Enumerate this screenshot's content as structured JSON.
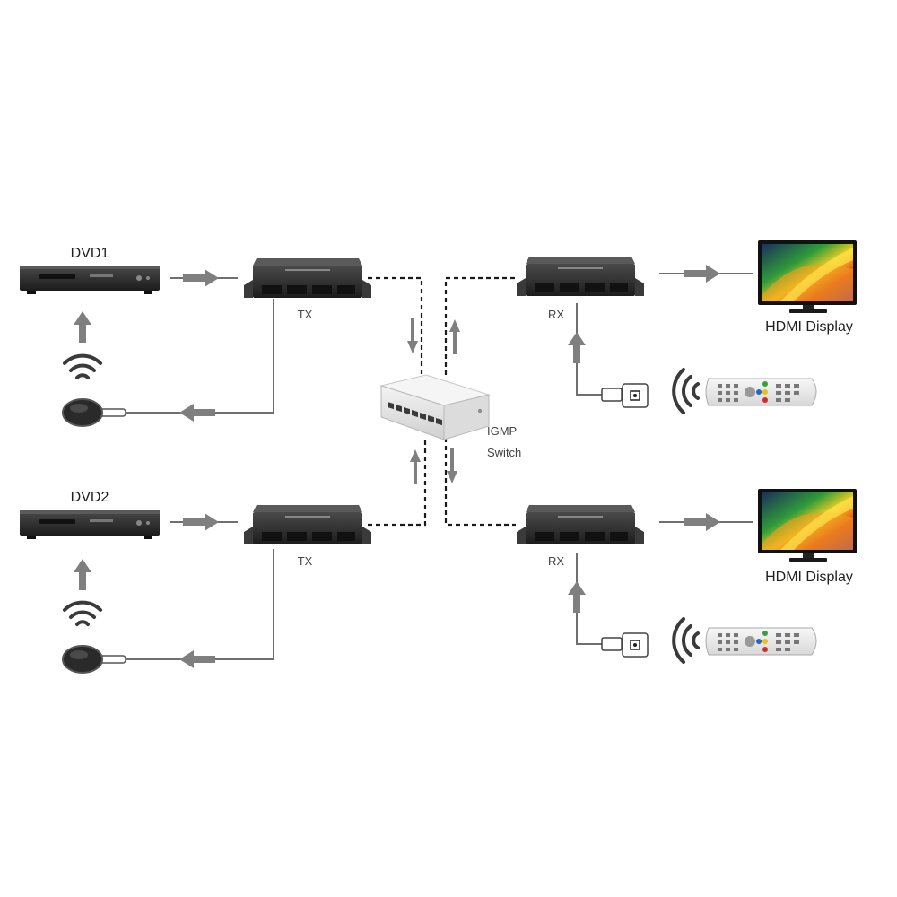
{
  "labels": {
    "dvd1": "DVD1",
    "dvd2": "DVD2",
    "tx1": "TX",
    "tx2": "TX",
    "rx1": "RX",
    "rx2": "RX",
    "switch_line1": "IGMP",
    "switch_line2": "Switch",
    "display1": "HDMI Display",
    "display2": "HDMI Display"
  },
  "icons": {
    "dvd_player": "dvd-player-icon",
    "extender": "hdmi-extender-icon",
    "switch": "network-switch-icon",
    "display": "tv-display-icon",
    "ir_emitter": "ir-emitter-icon",
    "ir_receiver": "ir-receiver-icon",
    "remote": "remote-control-icon",
    "signal": "wireless-signal-icon",
    "arrow": "arrow-icon"
  },
  "colors": {
    "arrow": "#7f7f7f",
    "line": "#6f6f6f",
    "dashed": "#1a1a1a",
    "device": "#2b2b2b",
    "switch_body": "#e9e9e9"
  }
}
